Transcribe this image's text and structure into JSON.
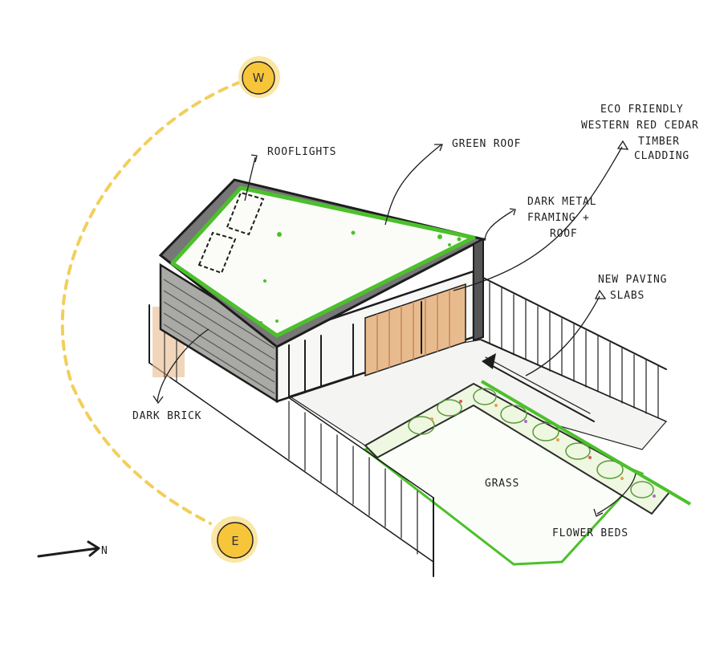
{
  "annotations": {
    "rooflights": "ROOFLIGHTS",
    "green_roof": "GREEN ROOF",
    "cedar": [
      "ECO FRIENDLY",
      "WESTERN RED CEDAR",
      "TIMBER",
      "CLADDING"
    ],
    "dark_metal": [
      "DARK METAL",
      "FRAMING +",
      "ROOF"
    ],
    "paving": [
      "NEW PAVING",
      "SLABS"
    ],
    "dark_brick": "DARK BRICK",
    "grass": "GRASS",
    "flower_beds": "FLOWER BEDS"
  },
  "compass": {
    "west": "W",
    "east": "E",
    "north": "N"
  },
  "colors": {
    "green": "#4cc02c",
    "sun": "#f7c53a",
    "sun_path": "#f2cf5a",
    "cedar": "#e8bb8e",
    "brick": "#9a9a9a",
    "ink": "#1d1d1d"
  }
}
